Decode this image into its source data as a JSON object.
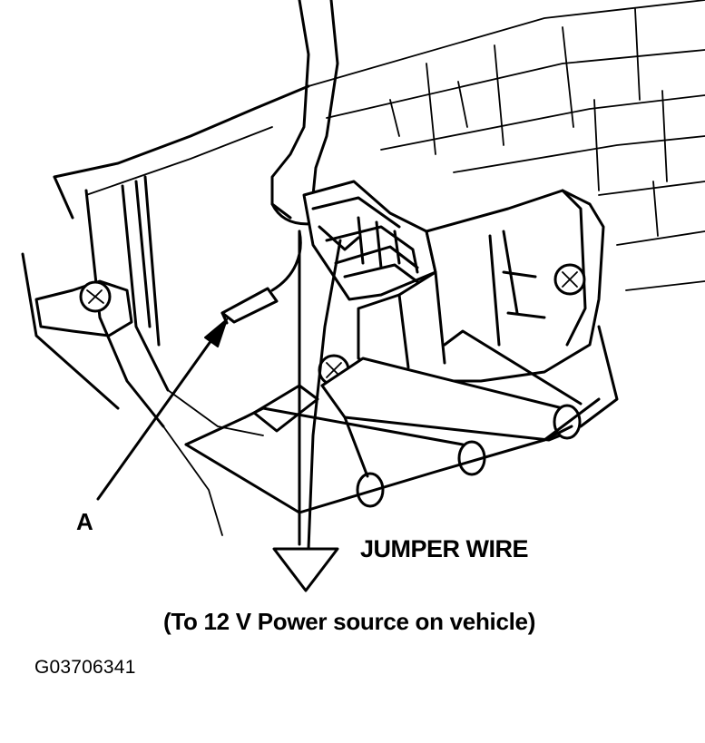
{
  "labels": {
    "callout_a": "A",
    "jumper_wire": "JUMPER WIRE",
    "power_source": "(To 12 V Power source on vehicle)",
    "figure_code": "G03706341"
  }
}
